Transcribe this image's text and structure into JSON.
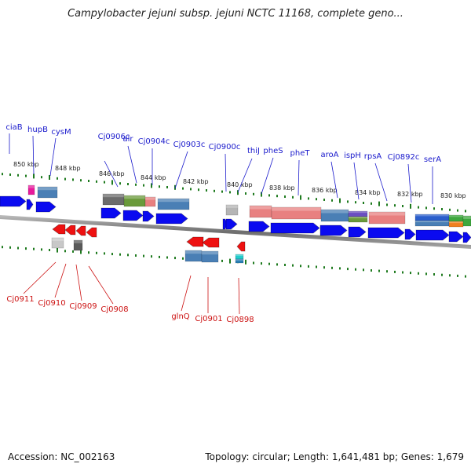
{
  "title": "Campylobacter jejuni subsp. jejuni NCTC 11168, complete geno...",
  "footer": {
    "accession": "Accession: NC_002163",
    "topology": "Topology: circular; Length: 1,641,481 bp; Genes: 1,679"
  },
  "scale": [
    "850 kbp",
    "848 kbp",
    "846 kbp",
    "844 kbp",
    "842 kbp",
    "840 kbp",
    "838 kbp",
    "836 kbp",
    "834 kbp",
    "832 kbp",
    "830 kbp"
  ],
  "forward_genes": [
    "ciaB",
    "hupB",
    "cysM",
    "Cj0906c",
    "alr",
    "Cj0904c",
    "Cj0903c",
    "Cj0900c",
    "thiJ",
    "pheS",
    "pheT",
    "aroA",
    "ispH",
    "rpsA",
    "Cj0892c",
    "serA"
  ],
  "reverse_genes": [
    "Cj0911",
    "Cj0910",
    "Cj0909",
    "Cj0908",
    "glnQ",
    "Cj0901",
    "Cj0898"
  ],
  "colors": {
    "forward_label": "#1a1acc",
    "reverse_label": "#cc1111",
    "forward_arrow": "#0a0af0",
    "reverse_arrow": "#ee1111",
    "backbone": "#8a8a8a",
    "tick": "#1e7a1e"
  }
}
